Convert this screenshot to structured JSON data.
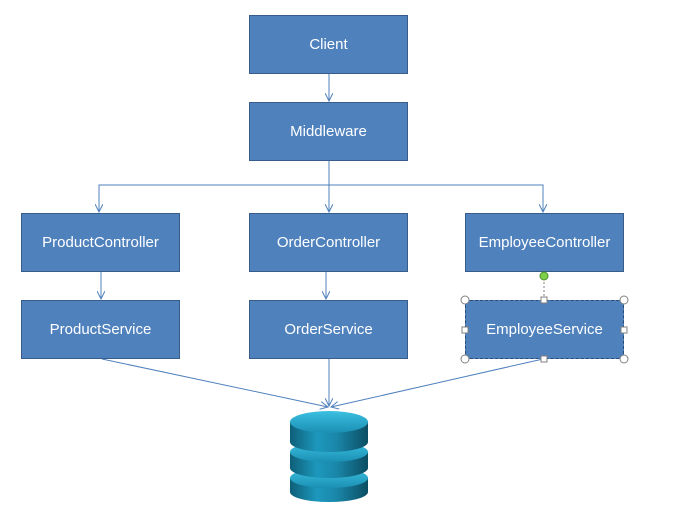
{
  "nodes": {
    "client": "Client",
    "middleware": "Middleware",
    "product_controller": "ProductController",
    "order_controller": "OrderController",
    "employee_controller": "EmployeeController",
    "product_service": "ProductService",
    "order_service": "OrderService",
    "employee_service": "EmployeeService"
  },
  "selected_node": "employee_service",
  "database_icon": "database-icon",
  "colors": {
    "box_fill": "#4f81bd",
    "box_border": "#385d8a",
    "connector": "#4f81bd",
    "selection_handle": "#ffffff",
    "rotation_handle": "#7fcf4a",
    "database_top": "#2aa6c8",
    "database_body": "#1c7f9d"
  }
}
